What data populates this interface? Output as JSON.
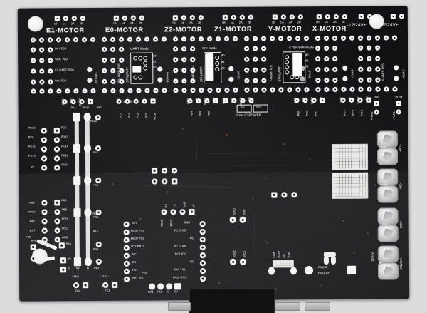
{
  "board": {
    "name": "3d-printer-control-board",
    "motor_headers": [
      {
        "label": "E1-MOTOR",
        "pins": [
          "1B",
          "1A",
          "2A",
          "2B"
        ]
      },
      {
        "label": "E0-MOTOR",
        "pins": [
          "1B",
          "1A",
          "2A",
          "2B"
        ]
      },
      {
        "label": "Z2-MOTOR",
        "pins": [
          "1B",
          "1A",
          "2A",
          "2B"
        ]
      },
      {
        "label": "Z1-MOTOR",
        "pins": [
          "1B",
          "1A",
          "2A",
          "2B"
        ]
      },
      {
        "label": "Y-MOTOR",
        "pins": [
          "1B",
          "1A",
          "2A",
          "2B"
        ]
      },
      {
        "label": "X-MOTOR",
        "pins": [
          "1B",
          "1A",
          "2A",
          "2B"
        ]
      }
    ],
    "power_in_labels": [
      "-12/24V+",
      "-12/24V+"
    ],
    "mode_boxes": [
      {
        "title": "UART Mode",
        "side_label": "SPI/UART",
        "uart_label": "E0-UART: PD8",
        "mode_pins": [
          "M0",
          "M1",
          "M2"
        ]
      },
      {
        "title": "SPI Mode",
        "side_label": "SPI/UART",
        "uart_label": "Z-UART: PA4",
        "mode_pins": [
          "M0",
          "M1",
          "M2"
        ]
      },
      {
        "title": "STEP/DIR Mode",
        "side_label": "SPI/UART",
        "uart_label": "Y-UART: PD7",
        "mode_pins": [
          "M0",
          "M1",
          "M2"
        ]
      }
    ],
    "driver_signal_labels": [
      "GND",
      "DIR",
      "STEP",
      "EN"
    ],
    "diag_label": "DIAG",
    "diag_labels": [
      "E1DIAG",
      "E0DIAG",
      "ZDIAG",
      "ZDIAG",
      "YDIAG",
      "XDIAG"
    ],
    "e1_uart_labels": [
      "DI: PD14",
      "SCK: PA0",
      "E1-UART: PD8",
      "DO: PD1"
    ],
    "x_uart_label": "X-UART: PD5",
    "driver_pin_groups": [
      {
        "pins": [
          "PA1",
          "PD15",
          "PA3"
        ],
        "extra": "PA15"
      },
      {
        "pins": [
          "PC7",
          "PC4",
          "PC8",
          "PD2",
          "PA15"
        ]
      },
      {
        "pins": [
          "PB4",
          "PB5",
          "PB6"
        ]
      },
      {
        "pins": [
          "PB9",
          "PB0",
          "PB1"
        ]
      },
      {
        "pins": [
          "PC2",
          "PC3",
          "PC4"
        ]
      }
    ],
    "drive_ic_power": {
      "title": "Drive IC POWER",
      "options": [
        "5V",
        "3V3"
      ]
    },
    "fans": [
      {
        "label": "+FAN2-",
        "pin": "PB1"
      },
      {
        "label": "+FAN1-",
        "pin": "PC14"
      }
    ],
    "terminals": [
      {
        "label": "-HE1+",
        "pin": "PB0"
      },
      {
        "label": "-HE0+",
        "pin": "PE5"
      },
      {
        "label": "-BED+",
        "pin": "PA0"
      },
      {
        "label": "-POWER+",
        "pin": "12/24V"
      }
    ],
    "left_header_1": {
      "left_pins": [
        "PE13",
        "PC6",
        "PE15",
        "PD10",
        "5V"
      ],
      "right_pins": [
        "PC5",
        "PD13",
        "PC14",
        "PD11",
        "GND"
      ]
    },
    "left_header_2": {
      "left_pins": [
        "PA5",
        "PD10",
        "PA7",
        "RST",
        "3V3"
      ],
      "right_pins": [
        "PA6",
        "PB8",
        "PE11",
        "PE12",
        "GND"
      ]
    },
    "center_pin_labels": [
      "PA15",
      "PD2",
      "PC8",
      "PC4",
      "PA13",
      "PA4",
      "PD6"
    ],
    "thermistors": [
      {
        "label": "+TH2-",
        "pin": "PA2"
      },
      {
        "label": "+TH1-",
        "pin": "PC1"
      }
    ],
    "aux_power_labels": [
      "G",
      "5V",
      "G",
      "PB2"
    ],
    "pc0_label": "PC0",
    "pa8_label": "PA8",
    "v5_label": "5V",
    "wifi_module": {
      "left_pins": [
        "3V3",
        "MOSI  PC5",
        "MISO  PC2",
        "SCK   PB13",
        "NC",
        "EN",
        "NC",
        "WFI_RST"
      ],
      "left_sub": "PE9",
      "right_pins": [
        "GND",
        "PC15  CS",
        "NC",
        "PC13  IO0",
        "PC7   IO1",
        "NC",
        "PA9   TX1",
        "PA10  RX1"
      ],
      "top_pins": [
        "RX",
        "TX",
        "GND",
        "5V"
      ],
      "top_sub": [
        "PB11",
        "PB10"
      ],
      "bottom_pins": [
        "RX1",
        "TX1",
        "G",
        "5V"
      ]
    },
    "usb": {
      "d_minus": "PA11-D-",
      "d_plus": "PA12-D+"
    },
    "gnd_test_points": [
      {
        "a": "GND",
        "b": "PC3"
      },
      {
        "a": "GND",
        "b": "PA0"
      }
    ],
    "low_high_header": [
      "LOW",
      "HIGH",
      "EE",
      "GND"
    ]
  },
  "colors": {
    "silkscreen": "#f2f2f2",
    "pad": "#f4f4f2",
    "solder_mask": "#151517",
    "copper": "#c47846"
  }
}
